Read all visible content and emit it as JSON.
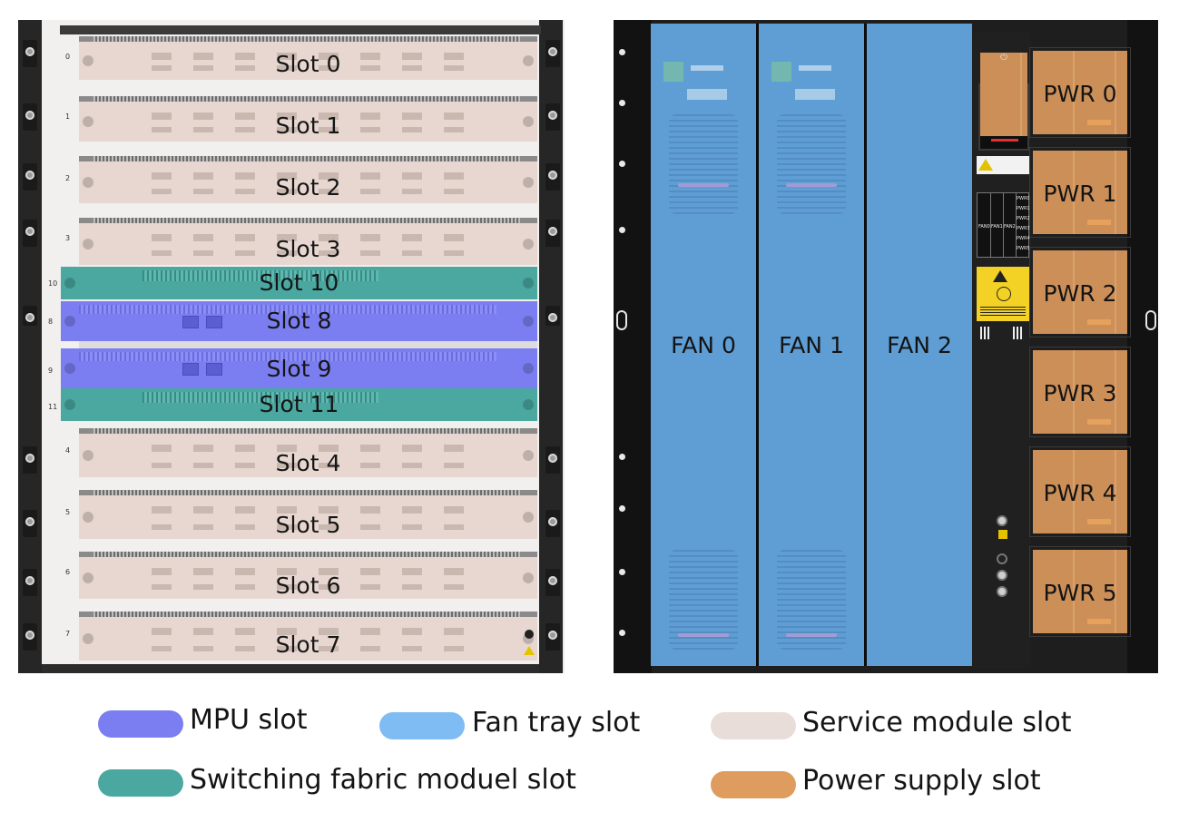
{
  "colors": {
    "mpu": "#7b7ef0",
    "fan_tray": "#7fbcf4",
    "service_module": "#e8ddd8",
    "switching_fabric": "#4aa8a0",
    "power_supply": "#de9d5e"
  },
  "front": {
    "slots": [
      {
        "label": "Slot 0",
        "num": "0",
        "type": "service"
      },
      {
        "label": "Slot 1",
        "num": "1",
        "type": "service"
      },
      {
        "label": "Slot 2",
        "num": "2",
        "type": "service"
      },
      {
        "label": "Slot 3",
        "num": "3",
        "type": "service"
      },
      {
        "label": "Slot 10",
        "num": "10",
        "type": "fabric"
      },
      {
        "label": "Slot 8",
        "num": "8",
        "type": "mpu"
      },
      {
        "label": "Slot 9",
        "num": "9",
        "type": "mpu"
      },
      {
        "label": "Slot 11",
        "num": "11",
        "type": "fabric"
      },
      {
        "label": "Slot 4",
        "num": "4",
        "type": "service"
      },
      {
        "label": "Slot 5",
        "num": "5",
        "type": "service"
      },
      {
        "label": "Slot 6",
        "num": "6",
        "type": "service"
      },
      {
        "label": "Slot 7",
        "num": "7",
        "type": "service"
      }
    ]
  },
  "rear": {
    "fans": [
      {
        "label": "FAN 0"
      },
      {
        "label": "FAN 1"
      },
      {
        "label": "FAN 2"
      }
    ],
    "power_supplies": [
      {
        "label": "PWR 0"
      },
      {
        "label": "PWR 1"
      },
      {
        "label": "PWR 2"
      },
      {
        "label": "PWR 3"
      },
      {
        "label": "PWR 4"
      },
      {
        "label": "PWR 5"
      }
    ],
    "panel_matrix": {
      "fan_cols": [
        "FAN0",
        "FAN1",
        "FAN2"
      ],
      "pwr_rows": [
        "PWR0",
        "PWR1",
        "PWR2",
        "PWR3",
        "PWR4",
        "PWR5"
      ]
    }
  },
  "legend": {
    "mpu": "MPU slot",
    "fan_tray": "Fan tray slot",
    "service_module": "Service module slot",
    "switching_fabric": "Switching fabric moduel slot",
    "power_supply": "Power supply slot"
  }
}
